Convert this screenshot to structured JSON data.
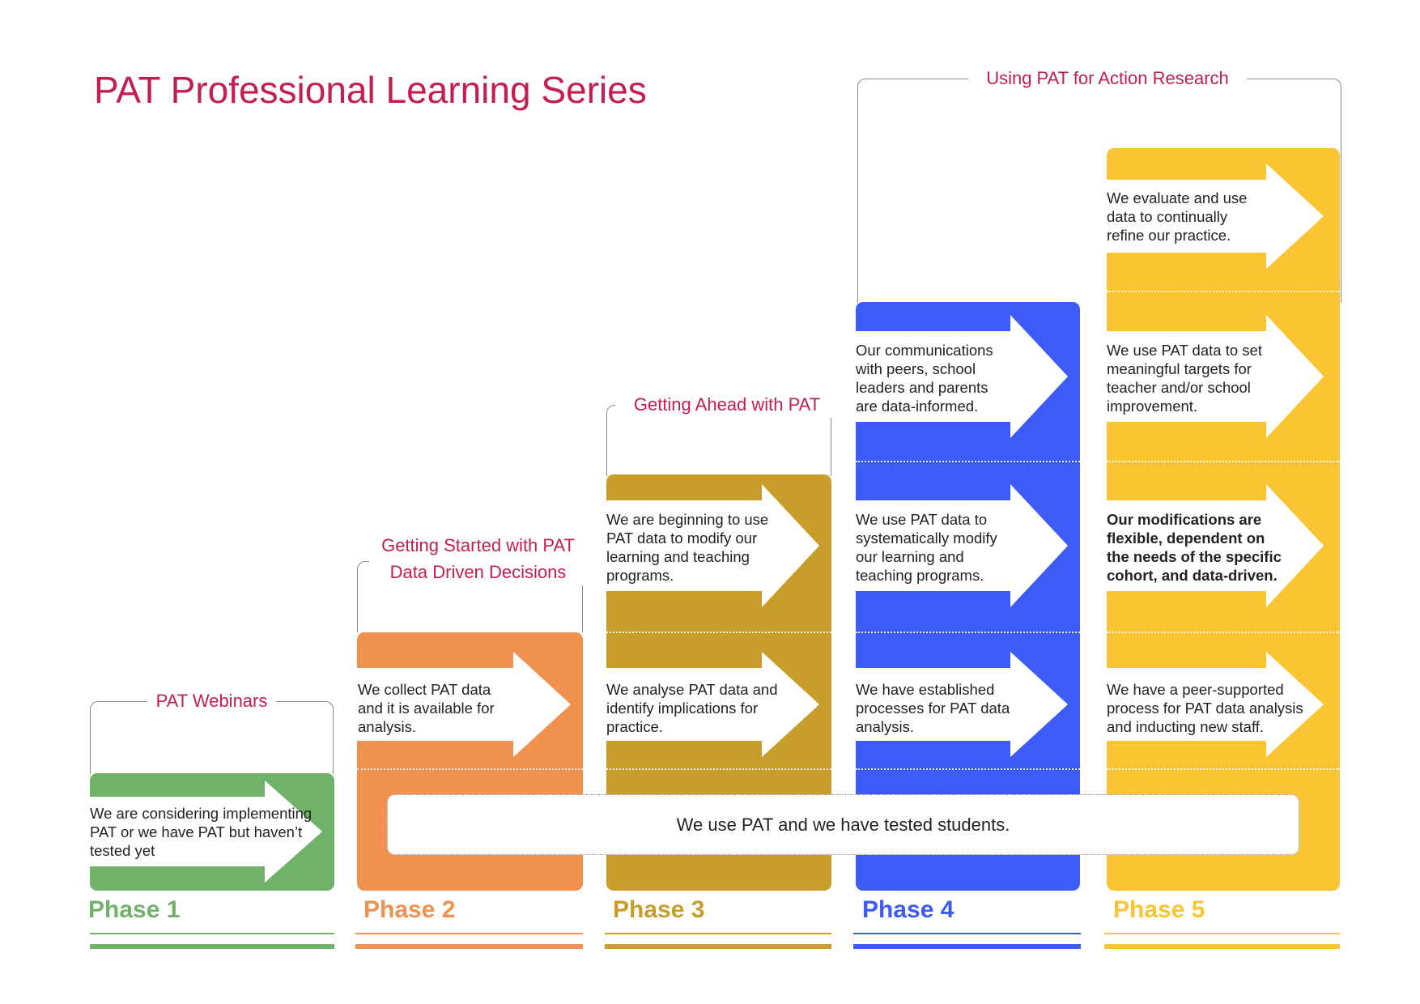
{
  "title": "PAT Professional Learning Series",
  "colors": {
    "title": "#c41e4f",
    "phase1": "#71b26a",
    "phase2": "#f0914f",
    "phase3": "#c89d29",
    "phase4": "#3d5cf7",
    "phase5": "#fbc433"
  },
  "brackets": {
    "webinars": "PAT Webinars",
    "getting_started_line1": "Getting Started with PAT",
    "getting_started_line2": "Data Driven Decisions",
    "getting_ahead": "Getting Ahead with PAT",
    "action_research": "Using PAT for Action Research"
  },
  "phases": [
    {
      "label": "Phase 1",
      "cells": [
        "We are considering implementing PAT or we have PAT but haven’t tested yet"
      ]
    },
    {
      "label": "Phase 2",
      "cells": [
        "We collect PAT data and it is available for analysis."
      ]
    },
    {
      "label": "Phase 3",
      "cells": [
        "We analyse PAT data and identify implications for practice.",
        "We are beginning to use PAT data to modify our learning and teaching programs."
      ]
    },
    {
      "label": "Phase 4",
      "cells": [
        "We have established processes for PAT data analysis.",
        "We use PAT data to systematically modify our learning and teaching programs.",
        "Our communications with peers, school leaders and parents are data-informed."
      ]
    },
    {
      "label": "Phase 5",
      "cells": [
        "We have a peer-supported process for PAT data analysis and inducting new staff.",
        "Our modifications are flexible, dependent on the needs of the specific cohort, and data-driven.",
        "We use PAT data to set meaningful targets for teacher and/or school improvement.",
        "We evaluate and use data to continually refine our practice."
      ]
    }
  ],
  "banner": "We use PAT and we have tested students."
}
